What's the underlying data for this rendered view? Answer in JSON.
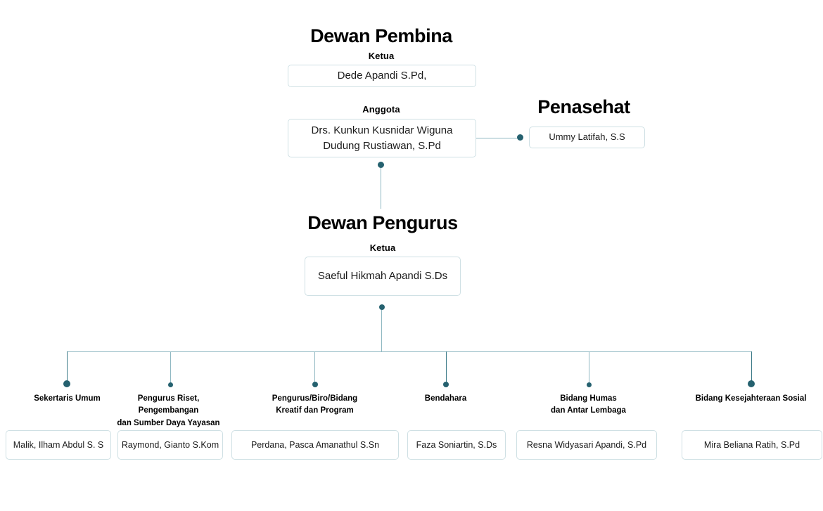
{
  "board": {
    "title": "Dewan Pembina",
    "chair_caption": "Ketua",
    "chair_name": "Dede Apandi S.Pd,",
    "members_caption": "Anggota",
    "member_1": "Drs. Kunkun Kusnidar Wiguna",
    "member_2": "Dudung Rustiawan, S.Pd"
  },
  "advisor": {
    "title": "Penasehat",
    "name": "Ummy Latifah, S.S"
  },
  "management": {
    "title": "Dewan Pengurus",
    "chair_caption": "Ketua",
    "chair_name": "Saeful Hikmah Apandi S.Ds"
  },
  "units": [
    {
      "label_lines": [
        "Sekertaris Umum"
      ],
      "person": "Malik, Ilham Abdul S. S"
    },
    {
      "label_lines": [
        "Pengurus Riset,",
        "Pengembangan",
        "dan Sumber Daya Yayasan"
      ],
      "person": "Raymond, Gianto S.Kom"
    },
    {
      "label_lines": [
        "Pengurus/Biro/Bidang",
        "Kreatif dan Program"
      ],
      "person": "Perdana, Pasca Amanathul S.Sn"
    },
    {
      "label_lines": [
        "Bendahara"
      ],
      "person": "Faza Soniartin, S.Ds"
    },
    {
      "label_lines": [
        "Bidang Humas",
        "dan Antar Lembaga"
      ],
      "person": "Resna Widyasari Apandi, S.Pd"
    },
    {
      "label_lines": [
        "Bidang Kesejahteraan Sosial"
      ],
      "person": "Mira Beliana Ratih, S.Pd"
    }
  ],
  "colors": {
    "node_border": "#cfe0e4",
    "connector": "#8fb8c2",
    "dot": "#25616f",
    "text": "#000000"
  }
}
